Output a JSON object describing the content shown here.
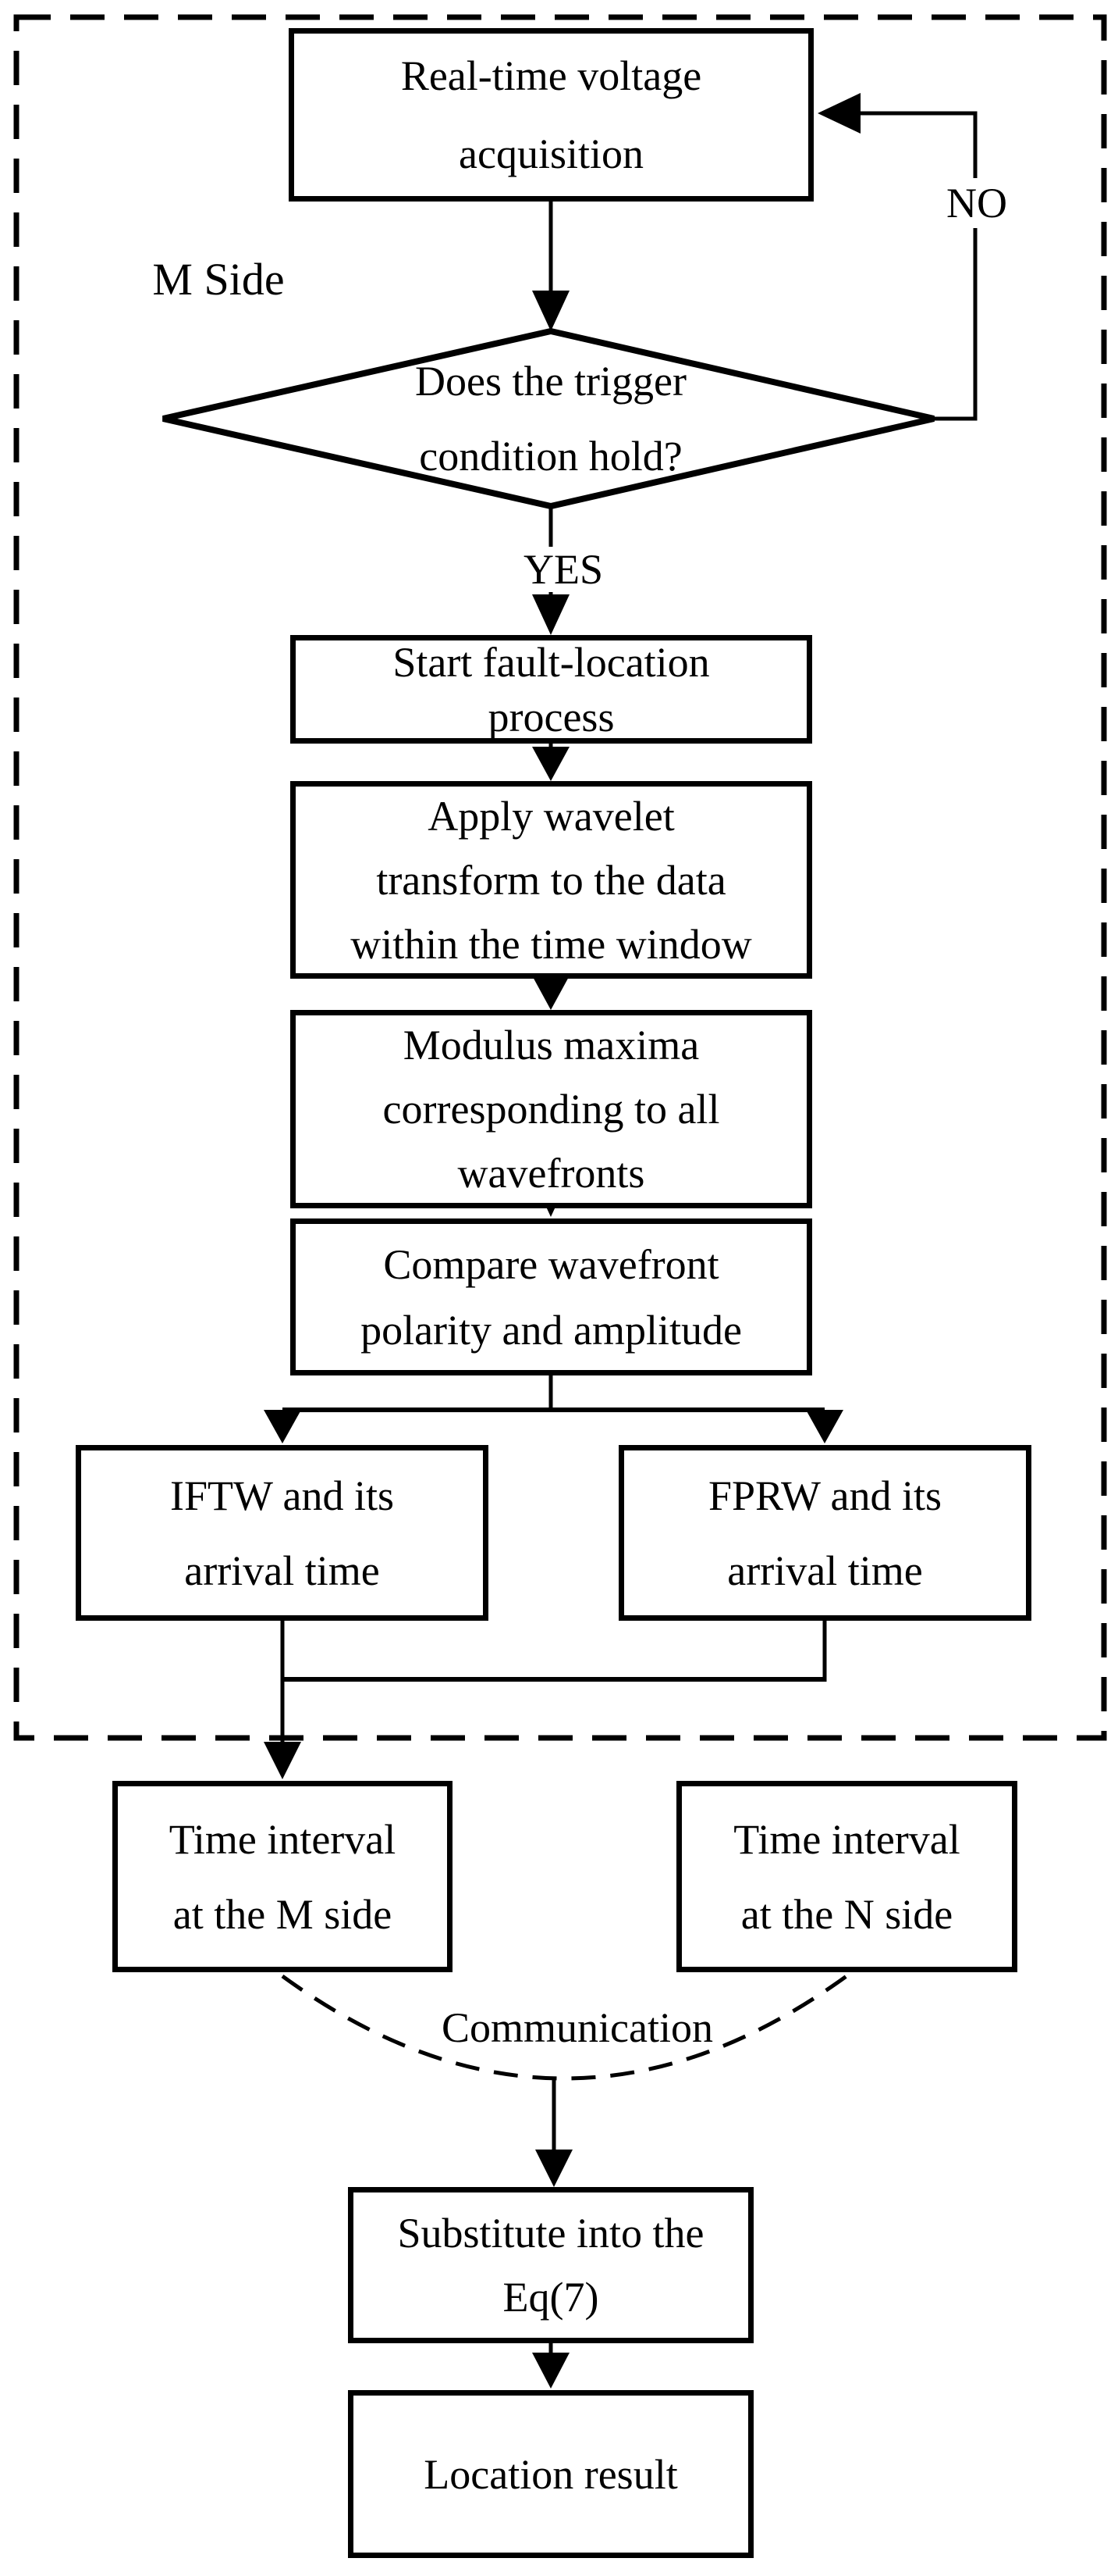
{
  "labels": {
    "m_side": "M Side",
    "no": "NO",
    "yes": "YES",
    "communication": "Communication"
  },
  "nodes": {
    "acquisition": {
      "line1": "Real-time voltage",
      "line2": "acquisition"
    },
    "trigger_decision": {
      "line1": "Does the trigger",
      "line2": "condition hold?"
    },
    "start_process": {
      "line1": "Start fault-location",
      "line2": "process"
    },
    "wavelet_transform": {
      "line1": "Apply wavelet",
      "line2": "transform to the data",
      "line3": "within the time window"
    },
    "modulus_maxima": {
      "line1": "Modulus maxima",
      "line2": "corresponding to all",
      "line3": "wavefronts"
    },
    "compare_wavefront": {
      "line1": "Compare wavefront",
      "line2": "polarity and amplitude"
    },
    "iftw": {
      "line1": "IFTW and its",
      "line2": "arrival time"
    },
    "fprw": {
      "line1": "FPRW and its",
      "line2": "arrival time"
    },
    "time_interval_m": {
      "line1": "Time interval",
      "line2": "at the M side"
    },
    "time_interval_n": {
      "line1": "Time interval",
      "line2": "at the N side"
    },
    "substitute_eq": {
      "line1": "Substitute into the",
      "line2": "Eq(7)"
    },
    "location_result": {
      "line1": "Location result"
    }
  },
  "colors": {
    "stroke": "#000000",
    "background": "#ffffff"
  }
}
